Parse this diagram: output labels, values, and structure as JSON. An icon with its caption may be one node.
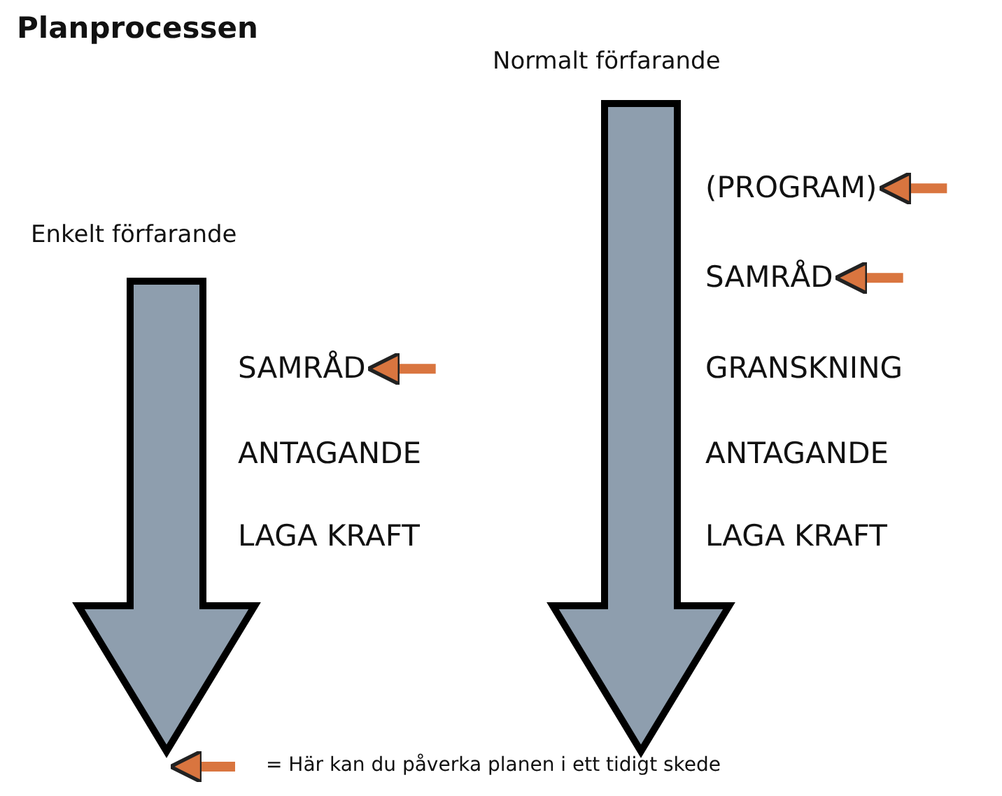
{
  "diagram": {
    "title": "Planprocessen",
    "nodes": [
      {
        "text": [
          "SAMRÅD"
        ]
      },
      {
        "text": [
          "ANTAGANDE"
        ]
      },
      {
        "text": [
          "LAGA KRAFT"
        ]
      },
      {
        "text": [
          "(PROGRAM)"
        ]
      },
      {
        "text": [
          "SAMRÅD"
        ]
      },
      {
        "text": [
          "GRANSKNING"
        ]
      },
      {
        "text": [
          "ANTAGANDE"
        ]
      },
      {
        "text": [
          "LAGA KRAFT"
        ]
      }
    ],
    "edges": [
      {
        "from": null,
        "to": 0,
        "arrow": "to"
      },
      {
        "from": null,
        "to": 3,
        "arrow": "to"
      },
      {
        "from": null,
        "to": 4,
        "arrow": "to"
      }
    ],
    "labels": [
      "Normalt förfarande",
      "Enkelt förfarande"
    ],
    "legend": [
      {
        "text": "= Här kan du påverka planen i ett tidigt skede"
      }
    ]
  }
}
